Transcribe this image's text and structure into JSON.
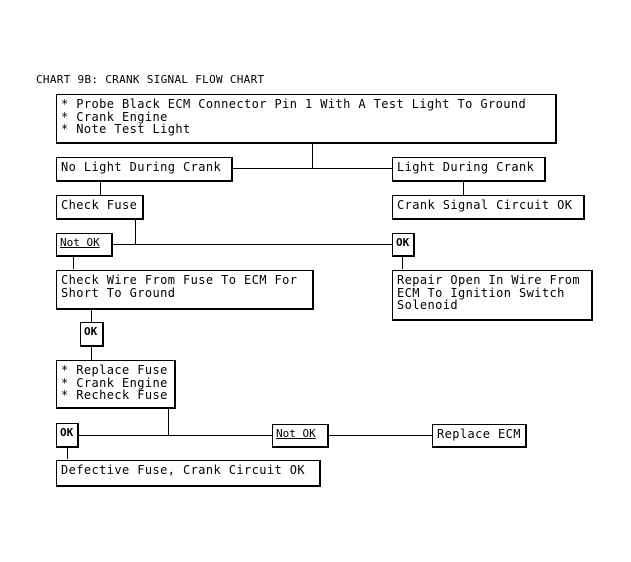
{
  "title": "CHART 9B: CRANK SIGNAL FLOW CHART",
  "boxes": {
    "probe": "* Probe Black ECM Connector Pin 1 With A Test Light To Ground\n* Crank Engine\n* Note Test Light",
    "no_light": "No Light During Crank",
    "light": "Light During Crank",
    "check_fuse": "Check Fuse",
    "crank_ok": "Crank Signal Circuit OK",
    "check_wire": "Check Wire From Fuse To ECM For\nShort To Ground",
    "repair_open": "Repair Open In Wire From\nECM To Ignition Switch\nSolenoid",
    "replace_fuse": "* Replace Fuse\n* Crank Engine\n* Recheck Fuse",
    "defective": "Defective Fuse, Crank Circuit OK",
    "replace_ecm": "Replace ECM"
  },
  "labels": {
    "not_ok_1": "Not OK",
    "ok_1": "OK",
    "ok_2": "OK",
    "ok_3": "OK",
    "not_ok_2": "Not OK"
  }
}
